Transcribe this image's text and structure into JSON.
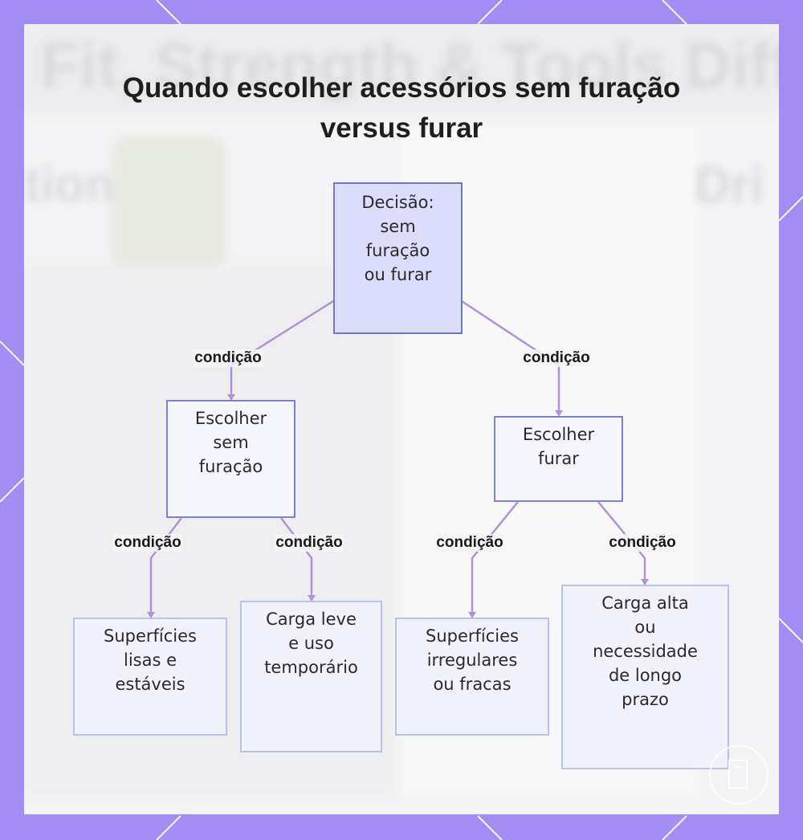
{
  "title": "Quando escolher acessórios sem furação versus furar",
  "nodes": {
    "root": [
      "Decisão:",
      "sem",
      "furação",
      "ou furar"
    ],
    "no_drill": [
      "Escolher",
      "sem",
      "furação"
    ],
    "drill": [
      "Escolher",
      "furar"
    ],
    "smooth_surfaces": [
      "Superfícies",
      "lisas e",
      "estáveis"
    ],
    "light_load": [
      "Carga leve",
      "e uso",
      "temporário"
    ],
    "irregular_surfaces": [
      "Superfícies",
      "irregulares",
      "ou fracas"
    ],
    "heavy_load": [
      "Carga alta",
      "ou",
      "necessidade",
      "de longo",
      "prazo"
    ]
  },
  "edge_label": "condição",
  "background_words": [
    "Fit, Strength & Tools Diffe",
    "tion",
    "Dri"
  ],
  "colors": {
    "frame": "#a48cf5",
    "panel": "#f4f4f6",
    "root_fill": "#dcdcfb",
    "root_border": "#6f74cc",
    "edge": "#b190dd"
  }
}
